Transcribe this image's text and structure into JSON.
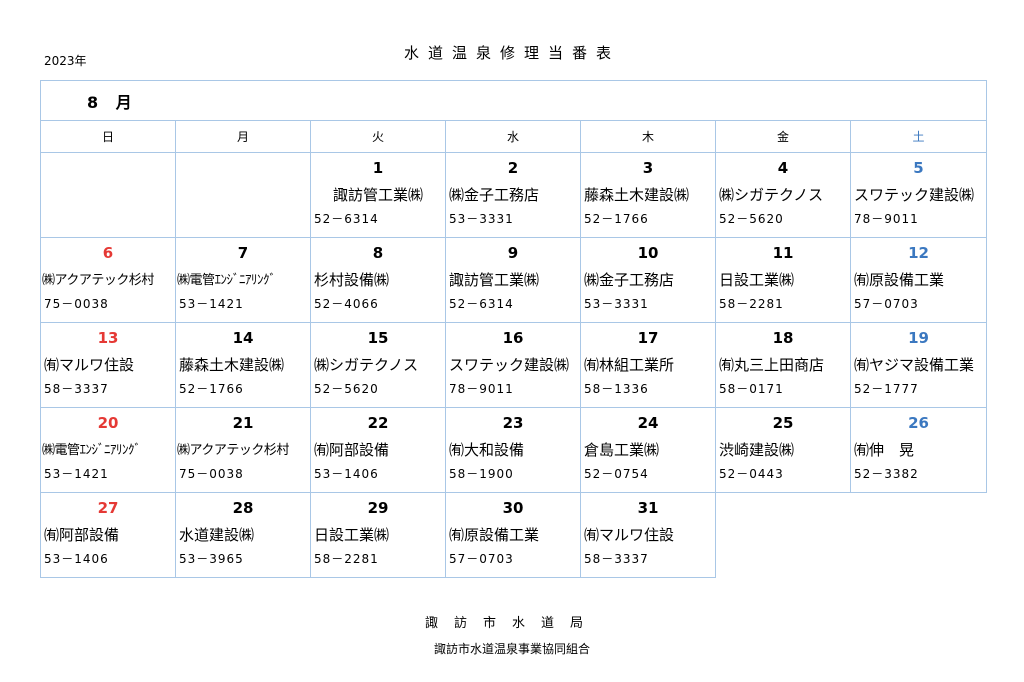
{
  "header": {
    "year": "2023年",
    "title": "水道温泉修理当番表"
  },
  "month": "8 月",
  "weekdays": [
    "日",
    "月",
    "火",
    "水",
    "木",
    "金",
    "土"
  ],
  "days": [
    {
      "date": "1",
      "company": "諏訪管工業㈱",
      "phone": "52－6314"
    },
    {
      "date": "2",
      "company": "㈱金子工務店",
      "phone": "53－3331"
    },
    {
      "date": "3",
      "company": "藤森土木建設㈱",
      "phone": "52－1766"
    },
    {
      "date": "4",
      "company": "㈱シガテクノス",
      "phone": "52－5620"
    },
    {
      "date": "5",
      "company": "スワテック建設㈱",
      "phone": "78－9011"
    },
    {
      "date": "6",
      "company": "㈱アクアテック杉村",
      "phone": "75－0038"
    },
    {
      "date": "7",
      "company": "㈱電管ｴﾝｼﾞﾆｱﾘﾝｸﾞ",
      "phone": "53－1421"
    },
    {
      "date": "8",
      "company": "杉村設備㈱",
      "phone": "52－4066"
    },
    {
      "date": "9",
      "company": "諏訪管工業㈱",
      "phone": "52－6314"
    },
    {
      "date": "10",
      "company": "㈱金子工務店",
      "phone": "53－3331"
    },
    {
      "date": "11",
      "company": "日設工業㈱",
      "phone": "58－2281"
    },
    {
      "date": "12",
      "company": "㈲原設備工業",
      "phone": "57－0703"
    },
    {
      "date": "13",
      "company": "㈲マルワ住設",
      "phone": "58－3337"
    },
    {
      "date": "14",
      "company": "藤森土木建設㈱",
      "phone": "52－1766"
    },
    {
      "date": "15",
      "company": "㈱シガテクノス",
      "phone": "52－5620"
    },
    {
      "date": "16",
      "company": "スワテック建設㈱",
      "phone": "78－9011"
    },
    {
      "date": "17",
      "company": "㈲林組工業所",
      "phone": "58－1336"
    },
    {
      "date": "18",
      "company": "㈲丸三上田商店",
      "phone": "58－0171"
    },
    {
      "date": "19",
      "company": "㈲ヤジマ設備工業",
      "phone": "52－1777"
    },
    {
      "date": "20",
      "company": "㈱電管ｴﾝｼﾞﾆｱﾘﾝｸﾞ",
      "phone": "53－1421"
    },
    {
      "date": "21",
      "company": "㈱アクアテック杉村",
      "phone": "75－0038"
    },
    {
      "date": "22",
      "company": "㈲阿部設備",
      "phone": "53－1406"
    },
    {
      "date": "23",
      "company": "㈲大和設備",
      "phone": "58－1900"
    },
    {
      "date": "24",
      "company": "倉島工業㈱",
      "phone": "52－0754"
    },
    {
      "date": "25",
      "company": "渋崎建設㈱",
      "phone": "52－0443"
    },
    {
      "date": "26",
      "company": "㈲伸　晃",
      "phone": "52－3382"
    },
    {
      "date": "27",
      "company": "㈲阿部設備",
      "phone": "53－1406"
    },
    {
      "date": "28",
      "company": "水道建設㈱",
      "phone": "53－3965"
    },
    {
      "date": "29",
      "company": "日設工業㈱",
      "phone": "58－2281"
    },
    {
      "date": "30",
      "company": "㈲原設備工業",
      "phone": "57－0703"
    },
    {
      "date": "31",
      "company": "㈲マルワ住設",
      "phone": "58－3337"
    }
  ],
  "footer": {
    "line1": "諏訪市水道局",
    "line2": "諏訪市水道温泉事業協同組合"
  },
  "colors": {
    "border": "#a9c7e6",
    "sunday": "#e53935",
    "saturday": "#3b78c0"
  }
}
